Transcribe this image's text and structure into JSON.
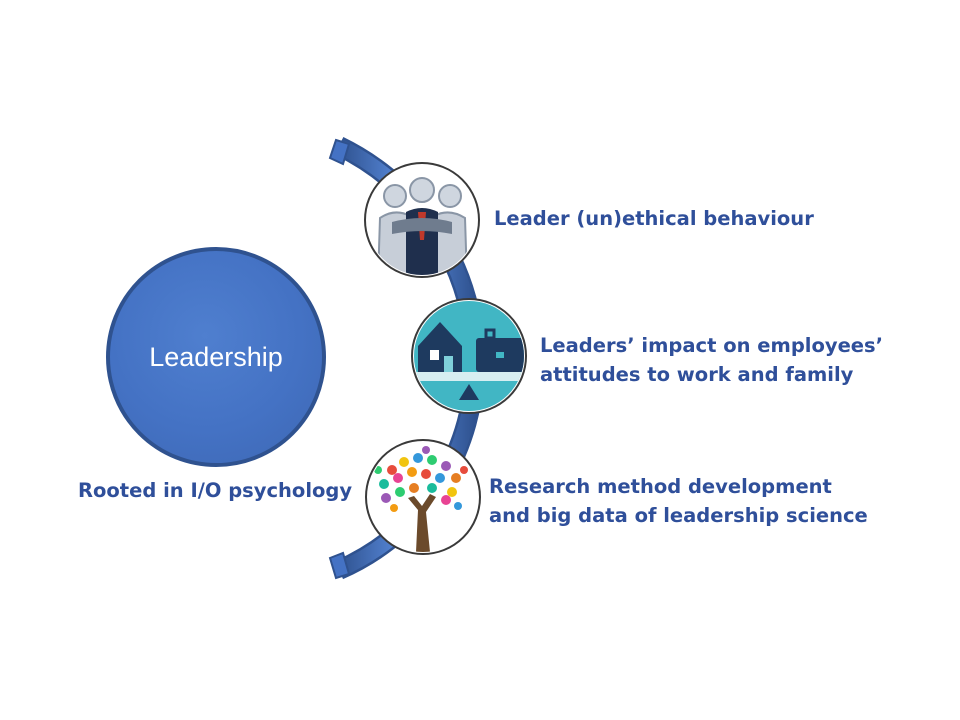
{
  "center": {
    "label": "Leadership"
  },
  "root": {
    "label": "Rooted in I/O psychology"
  },
  "items": [
    {
      "lines": [
        "Leader (un)ethical behaviour"
      ],
      "icon": "teamwork-hands-icon"
    },
    {
      "lines": [
        "Leaders’ impact on employees’",
        "attitudes to work and family"
      ],
      "icon": "work-life-balance-icon"
    },
    {
      "lines": [
        "Research method development",
        "and big data of leadership science"
      ],
      "icon": "handprint-tree-icon"
    }
  ],
  "colors": {
    "main_circle": "#4472c4",
    "text": "#2f4f9a",
    "arc": "#4472c4",
    "balance_bg": "#41b6c4"
  }
}
